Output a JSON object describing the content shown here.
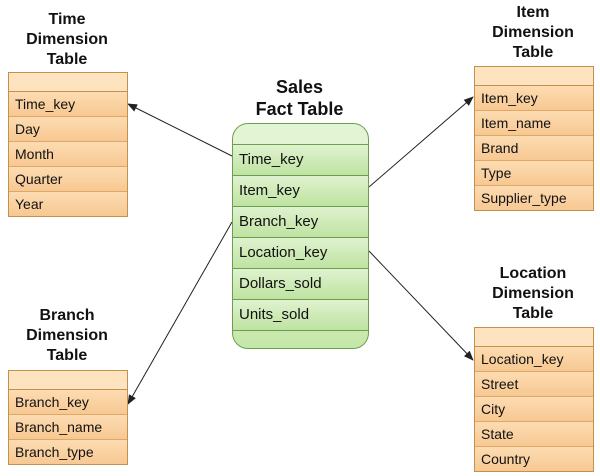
{
  "fact": {
    "title": "Sales\nFact Table",
    "rows": [
      "Time_key",
      "Item_key",
      "Branch_key",
      "Location_key",
      "Dollars_sold",
      "Units_sold"
    ]
  },
  "time": {
    "title": "Time\nDimension\nTable",
    "rows": [
      "Time_key",
      "Day",
      "Month",
      "Quarter",
      "Year"
    ]
  },
  "item": {
    "title": "Item\nDimension\nTable",
    "rows": [
      "Item_key",
      "Item_name",
      "Brand",
      "Type",
      "Supplier_type"
    ]
  },
  "branch": {
    "title": "Branch\nDimension\nTable",
    "rows": [
      "Branch_key",
      "Branch_name",
      "Branch_type"
    ]
  },
  "location": {
    "title": "Location\nDimension\nTable",
    "rows": [
      "Location_key",
      "Street",
      "City",
      "State",
      "Country"
    ]
  }
}
